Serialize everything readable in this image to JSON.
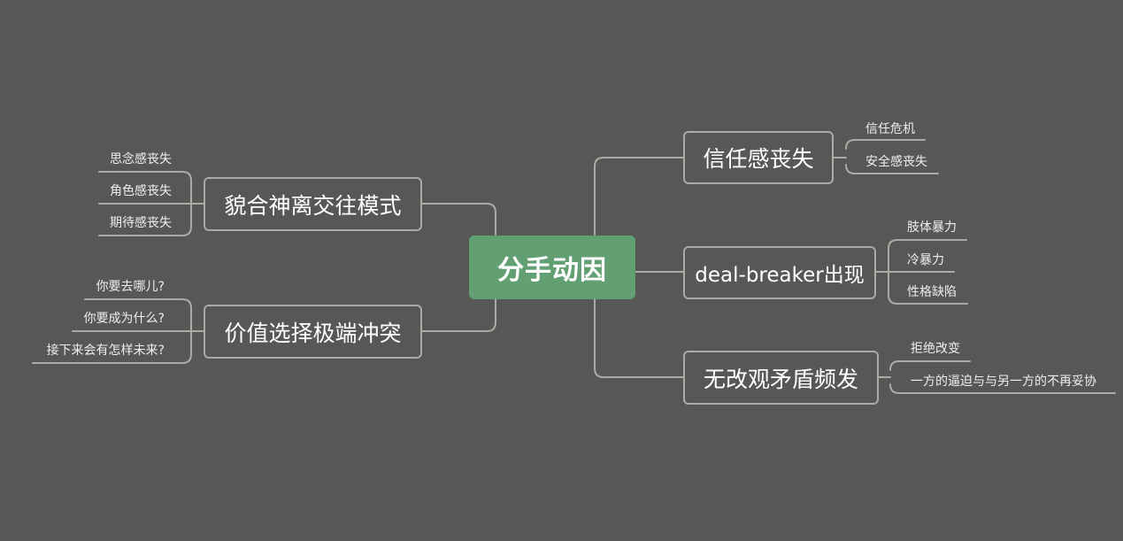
{
  "root": {
    "label": "分手动因"
  },
  "branches": {
    "trust": {
      "label": "信任感丧失",
      "children": [
        "信任危机",
        "安全感丧失"
      ]
    },
    "dealbreaker": {
      "label": "deal-breaker出现",
      "children": [
        "肢体暴力",
        "冷暴力",
        "性格缺陷"
      ]
    },
    "conflict": {
      "label": "无改观矛盾频发",
      "children": [
        "拒绝改变",
        "一方的逼迫与与另一方的不再妥协"
      ]
    },
    "detached": {
      "label": "貌合神离交往模式",
      "children": [
        "思念感丧失",
        "角色感丧失",
        "期待感丧失"
      ]
    },
    "values": {
      "label": "价值选择极端冲突",
      "children": [
        "你要去哪儿?",
        "你要成为什么?",
        "接下来会有怎样未来?"
      ]
    }
  },
  "colors": {
    "background": "#575855",
    "root_fill": "#62a074",
    "line": "#a9aba7",
    "text": "#ffffff"
  }
}
